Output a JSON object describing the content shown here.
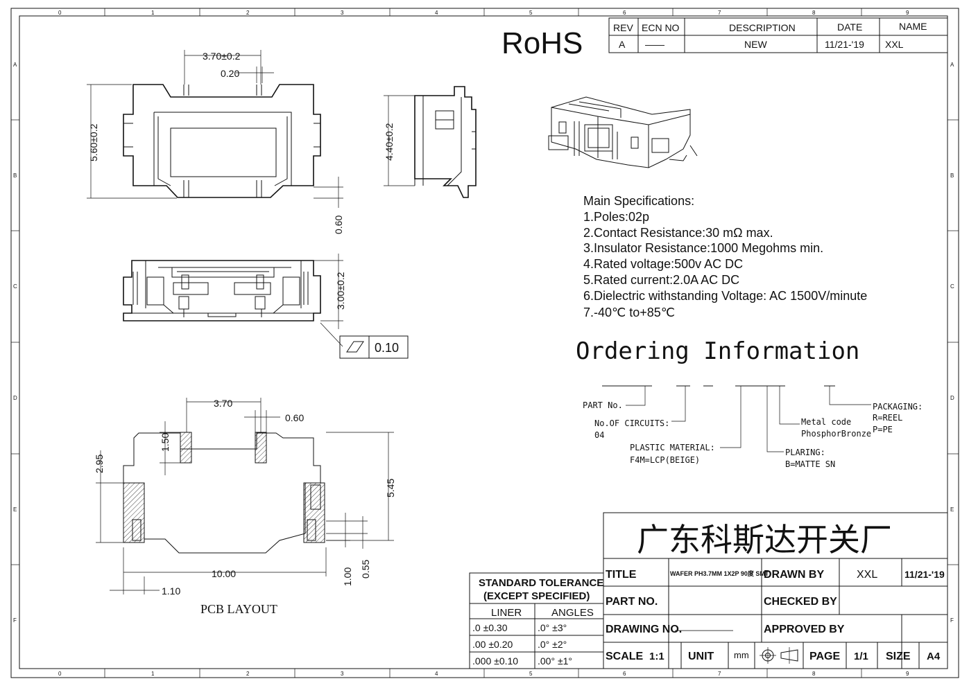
{
  "frame": {
    "col_labels": [
      "0",
      "1",
      "2",
      "3",
      "4",
      "5",
      "6",
      "7",
      "8",
      "9"
    ],
    "row_labels": [
      "A",
      "B",
      "C",
      "D",
      "E",
      "F"
    ]
  },
  "rohs": "RoHS",
  "revision_table": {
    "headers": [
      "REV",
      "ECN NO",
      "DESCRIPTION",
      "DATE",
      "NAME"
    ],
    "row": [
      "A",
      "——",
      "NEW",
      "11/21-'19",
      "XXL"
    ]
  },
  "dimensions": {
    "top_width": "3.70±0.2",
    "top_pin": "0.20",
    "top_height": "5.60±0.2",
    "side_height": "4.40±0.2",
    "gap": "0.60",
    "front_height": "3.00±0.2",
    "flatness_value": "0.10",
    "pcb_pitch": "3.70",
    "pcb_pad_width": "0.60",
    "pcb_pad_len": "1.50",
    "pcb_left_height": "2.95",
    "pcb_total_height": "5.45",
    "pcb_width": "10.00",
    "pcb_offset": "1.10",
    "pcb_small1": "1.00",
    "pcb_small2": "0.55"
  },
  "pcb_layout_label": "PCB LAYOUT",
  "specs": {
    "heading": "Main Specifications:",
    "items": [
      "1.Poles:02p",
      "2.Contact Resistance:30 mΩ max.",
      "3.Insulator Resistance:1000 Megohms min.",
      "4.Rated voltage:500v AC DC",
      "5.Rated current:2.0A AC DC",
      "6.Dielectric withstanding Voltage: AC 1500V/minute",
      "7.-40℃ to+85℃"
    ]
  },
  "ordering": {
    "heading": "Ordering Information",
    "part_no": "PART No.",
    "circuits_label": "No.OF CIRCUITS:",
    "circuits_value": "04",
    "plastic_label": "PLASTIC MATERIAL:",
    "plastic_value": "F4M=LCP(BEIGE)",
    "metal_label": "Metal code",
    "metal_value": "PhosphorBronze",
    "plating_label": "PLARING:",
    "plating_value": "B=MATTE SN",
    "packaging_label": "PACKAGING:",
    "packaging_r": "R=REEL",
    "packaging_p": "P=PE"
  },
  "company": "广东科斯达开关厂",
  "tolerance": {
    "title_line1": "STANDARD TOLERANCE",
    "title_line2": "(EXCEPT  SPECIFIED)",
    "col_linear": "LINER",
    "col_angles": "ANGLES",
    "rows": [
      [
        ".0   ±0.30",
        ".0°   ±3°"
      ],
      [
        ".00  ±0.20",
        ".0°  ±2°"
      ],
      [
        ".000 ±0.10",
        ".00° ±1°"
      ]
    ]
  },
  "title_block": {
    "title_label": "TITLE",
    "title_value": "WAFER PH3.7MM 1X2P 90度 SMT",
    "drawn_by_label": "DRAWN BY",
    "drawn_by_value": "XXL",
    "drawn_date": "11/21-'19",
    "part_no_label": "PART NO.",
    "checked_by_label": "CHECKED BY",
    "drawing_no_label": "DRAWING NO.",
    "drawing_no_value": "———————",
    "approved_by_label": "APPROVED BY",
    "scale_label": "SCALE",
    "scale_value": "1:1",
    "unit_label": "UNIT",
    "unit_value": "mm",
    "page_label": "PAGE",
    "page_value": "1/1",
    "size_label": "SIZE",
    "size_value": "A4"
  }
}
